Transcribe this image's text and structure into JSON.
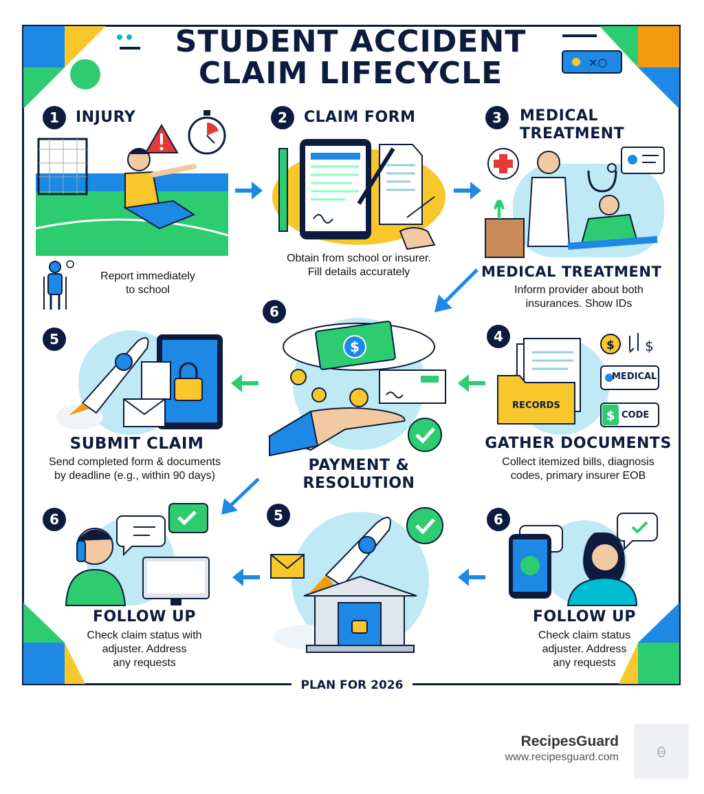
{
  "title": {
    "line1": "STUDENT ACCIDENT",
    "line2": "CLAIM LIFECYCLE"
  },
  "steps": [
    {
      "id": "injury",
      "number": "1",
      "heading": "INJURY",
      "desc": [
        "Report immediately",
        "to school"
      ]
    },
    {
      "id": "claim-form",
      "number": "2",
      "heading": "CLAIM FORM",
      "desc": [
        "Obtain from school or insurer.",
        "Fill details accurately"
      ]
    },
    {
      "id": "medical-treatment",
      "number": "3",
      "heading": [
        "MEDICAL",
        "TREATMENT"
      ],
      "subheading": "MEDICAL TREATMENT",
      "desc": [
        "Inform provider about both",
        "insurances. Show IDs"
      ]
    },
    {
      "id": "gather-documents",
      "number": "4",
      "heading": "GATHER DOCUMENTS",
      "desc": [
        "Collect itemized bills, diagnosis",
        "codes, primary insurer EOB"
      ],
      "tags": [
        "MEDICAL",
        "CODE"
      ],
      "folder_label": "RECORDS"
    },
    {
      "id": "payment",
      "number": "6",
      "heading": [
        "PAYMENT &",
        "RESOLUTION"
      ]
    },
    {
      "id": "submit-claim",
      "number": "5",
      "heading": "SUBMIT CLAIM",
      "desc": [
        "Send completed form & documents",
        "by deadline (e.g., within 90 days)"
      ]
    },
    {
      "id": "follow-up-right",
      "number": "6",
      "heading": "FOLLOW UP",
      "desc": [
        "Check claim status",
        "adjuster. Address",
        "any requests"
      ]
    },
    {
      "id": "submit-bottom",
      "number": "5"
    },
    {
      "id": "follow-up-left",
      "number": "6",
      "heading": "FOLLOW UP",
      "desc": [
        "Check claim status with",
        "adjuster. Address",
        "any requests"
      ]
    }
  ],
  "footer": "PLAN FOR 2026",
  "brand": {
    "name": "RecipesGuard",
    "url": "www.recipesguard.com"
  },
  "colors": {
    "navy": "#0d1b3e",
    "blue": "#1e88e5",
    "sky": "#bfe9f5",
    "green": "#2ecc71",
    "yellow": "#f7c72b",
    "red": "#e53935"
  }
}
